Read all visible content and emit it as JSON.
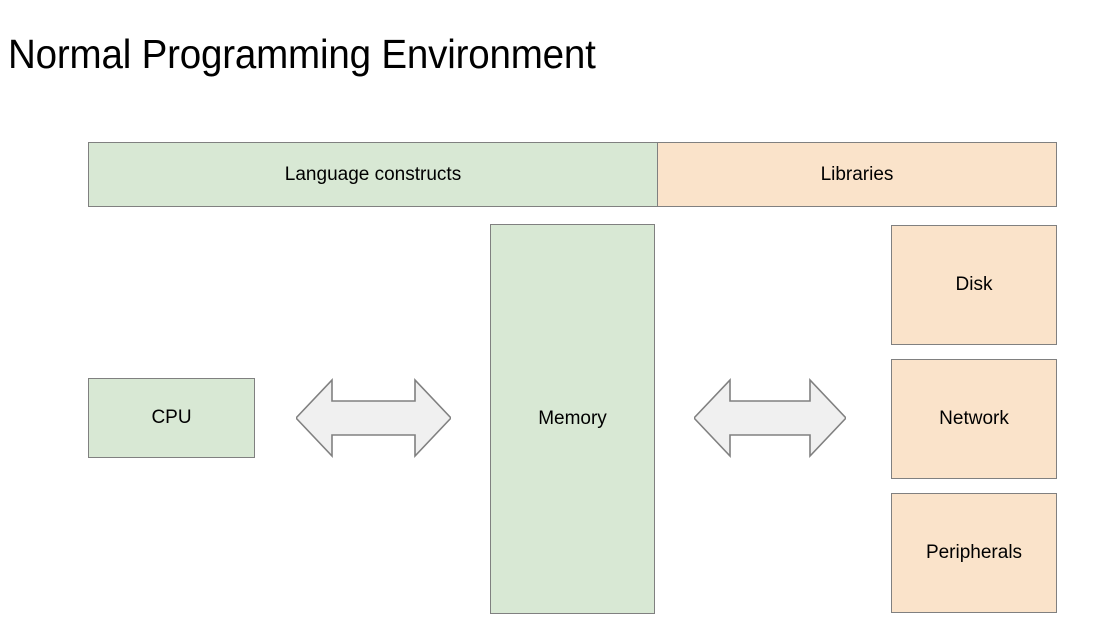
{
  "slide": {
    "title": "Normal Programming Environment",
    "background": "#ffffff"
  },
  "colors": {
    "green_fill": "#d8e8d4",
    "orange_fill": "#fae3ca",
    "node_stroke": "#808080",
    "arrow_fill": "#f0f0f0",
    "arrow_stroke": "#808080",
    "text": "#000000"
  },
  "diagram": {
    "type": "block-diagram",
    "top_bar": [
      {
        "id": "language-constructs",
        "label": "Language constructs",
        "color": "green"
      },
      {
        "id": "libraries",
        "label": "Libraries",
        "color": "orange"
      }
    ],
    "nodes": [
      {
        "id": "cpu",
        "label": "CPU",
        "color": "green"
      },
      {
        "id": "memory",
        "label": "Memory",
        "color": "green"
      },
      {
        "id": "disk",
        "label": "Disk",
        "color": "orange"
      },
      {
        "id": "network",
        "label": "Network",
        "color": "orange"
      },
      {
        "id": "peripherals",
        "label": "Peripherals",
        "color": "orange"
      }
    ],
    "connectors": [
      {
        "id": "cpu-memory",
        "from": "cpu",
        "to": "memory",
        "style": "double-headed-arrow"
      },
      {
        "id": "memory-io",
        "from": "memory",
        "to": "io-devices",
        "style": "double-headed-arrow"
      }
    ]
  }
}
